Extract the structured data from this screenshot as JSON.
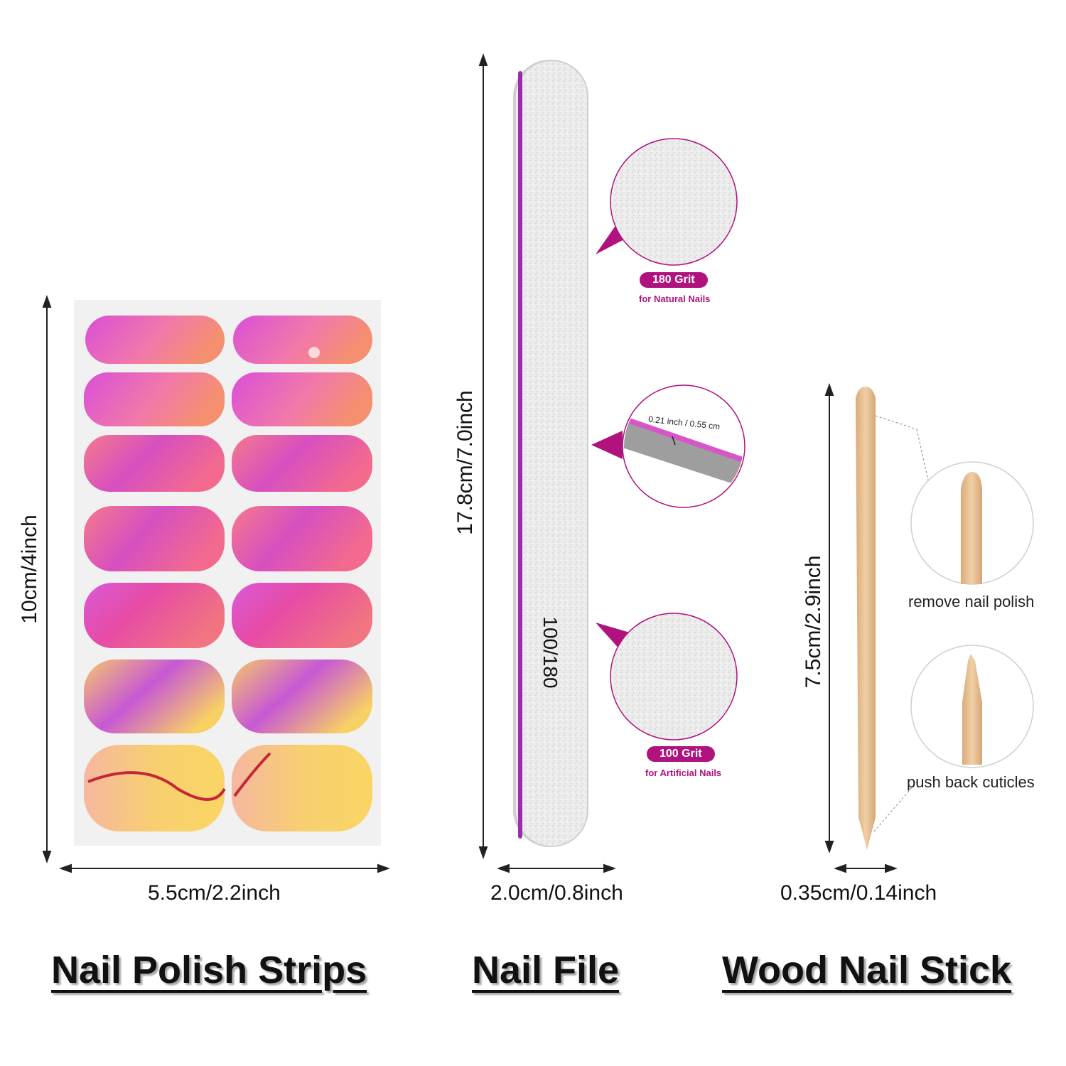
{
  "strips": {
    "title": "Nail Polish Strips",
    "height_label": "10cm/4inch",
    "width_label": "5.5cm/2.2inch"
  },
  "file": {
    "title": "Nail File",
    "length_label": "17.8cm/7.0inch",
    "width_label": "2.0cm/0.8inch",
    "grit_marking": "100/180",
    "thickness_label": "0.21 inch / 0.55 cm",
    "grit_top": {
      "badge": "180 Grit",
      "note": "for Natural Nails"
    },
    "grit_bottom": {
      "badge": "100 Grit",
      "note": "for Artificial Nails"
    }
  },
  "stick": {
    "title": "Wood Nail Stick",
    "length_label": "7.5cm/2.9inch",
    "width_label": "0.35cm/0.14inch",
    "callout_top": "remove nail polish",
    "callout_bottom": "push back cuticles"
  },
  "colors": {
    "accent": "#b0127e",
    "wood": "#e9c49b"
  }
}
